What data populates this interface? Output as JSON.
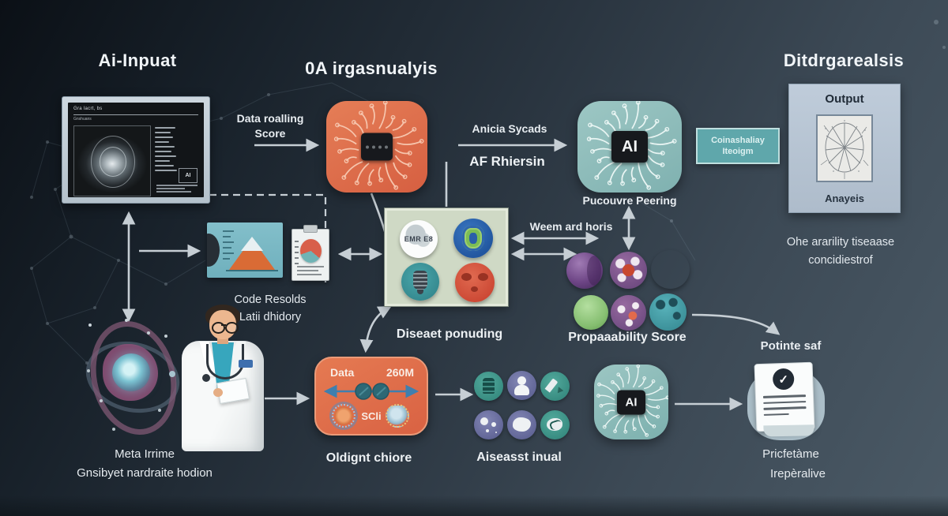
{
  "headings": {
    "input": "Ai-Inpuat",
    "analysis": "0A irgasnualyis",
    "diagnosis": "Ditdrgarealsis"
  },
  "monitor": {
    "line1": "Gra lacrt, bs",
    "line2": "Gnshuans",
    "badge": "AI"
  },
  "chips": {
    "ai": "AI"
  },
  "flow": {
    "data_rolling1": "Data roalling",
    "data_rolling2": "Score",
    "anicia": "Anicia Sycads",
    "af": "AF Rhiersin",
    "pucouvre": "Pucouvre Peering",
    "consult1": "Coinashaliay",
    "consult2": "Iteoigm",
    "one1": "Ohe ararility tiseaase",
    "one2": "concidiestrof",
    "weem": "Weem ard horis",
    "disease": "Diseaet ponuding",
    "probability": "Propaaability Score",
    "code1": "Code Resolds",
    "code2": "Latii dhidory",
    "meta1": "Meta Irrime",
    "meta2": "Gnsibyet nardraite hodion",
    "oldignt": "Oldignt chiore",
    "aiseasst": "Aiseasst inual",
    "potinte": "Potinte saf",
    "pric1": "Pricfetàme",
    "pric2": "Irepèralive"
  },
  "output": {
    "title": "Output",
    "caption": "Anayeis"
  },
  "data_box": {
    "label": "Data",
    "amount": "260M",
    "scli": "SCli"
  },
  "emr_badge": "EMR E8",
  "icons": {
    "check": "✓"
  },
  "colors": {
    "background_dark": "#141c24",
    "background_light": "#4b5a66",
    "accent_orange": "#dd6e4c",
    "accent_teal": "#8cbcbc",
    "panel_sage": "#cfd9c5",
    "panel_blue": "#b7c4d3",
    "arrow_gray": "#c6ced4"
  }
}
